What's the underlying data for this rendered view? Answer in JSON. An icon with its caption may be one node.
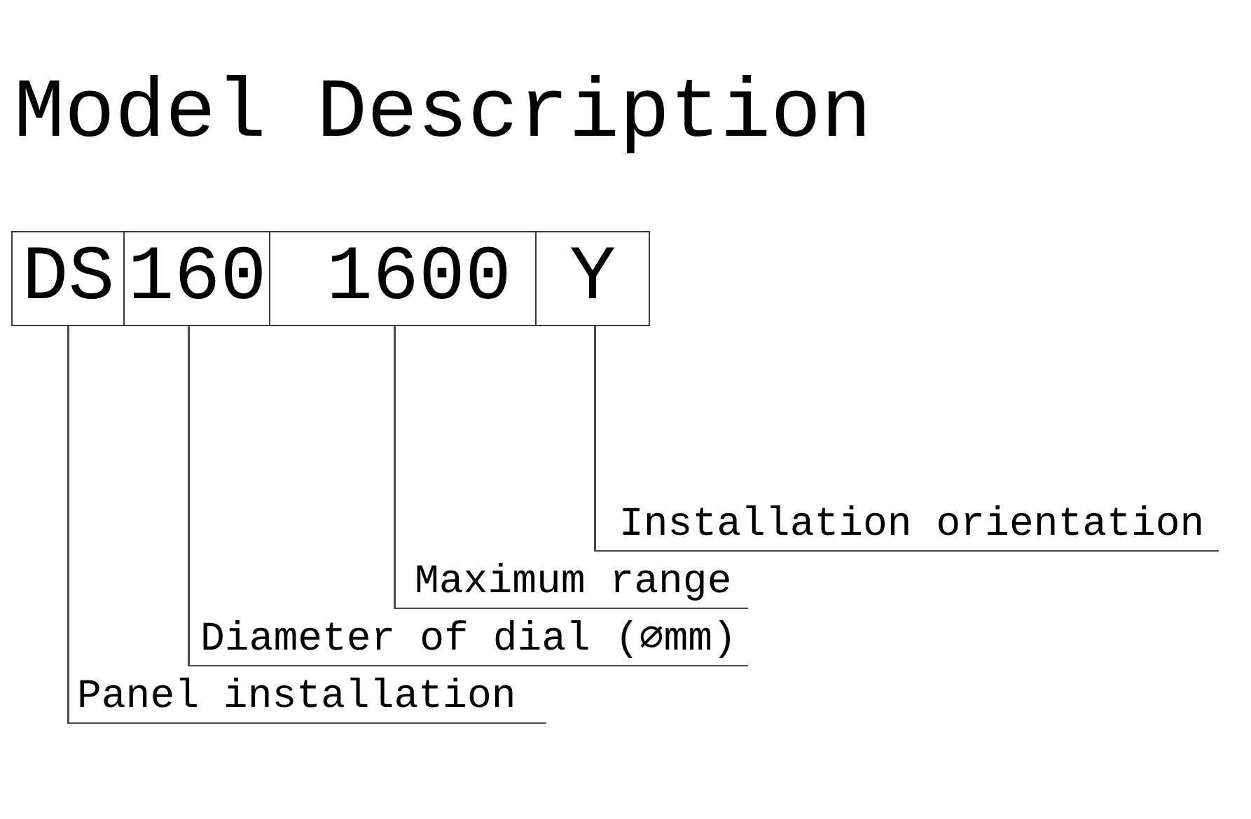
{
  "diagram": {
    "title": "Model Description",
    "nodes": [
      {
        "text": [
          "DS"
        ]
      },
      {
        "text": [
          "160"
        ]
      },
      {
        "text": [
          "1600"
        ]
      },
      {
        "text": [
          "Y"
        ]
      },
      {
        "text": [
          "Installation orientation"
        ]
      },
      {
        "text": [
          "Maximum range"
        ]
      },
      {
        "text": [
          "Diameter of dial (⌀mm)"
        ]
      },
      {
        "text": [
          "Panel installation"
        ]
      }
    ],
    "edges": [
      {
        "from": 4,
        "to": 3,
        "arrow": "none"
      },
      {
        "from": 5,
        "to": 2,
        "arrow": "none"
      },
      {
        "from": 6,
        "to": 1,
        "arrow": "none"
      },
      {
        "from": 7,
        "to": 0,
        "arrow": "none"
      }
    ]
  }
}
